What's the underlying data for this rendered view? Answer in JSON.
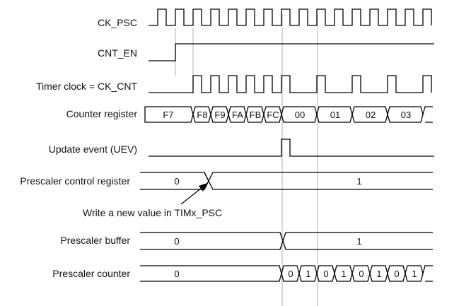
{
  "signals": {
    "ck_psc": "CK_PSC",
    "cnt_en": "CNT_EN",
    "timer_clock": "Timer clock = CK_CNT",
    "counter_register": "Counter register",
    "update_event": "Update event (UEV)",
    "prescaler_control": "Prescaler control register",
    "prescaler_buffer": "Prescaler buffer",
    "prescaler_counter": "Prescaler counter"
  },
  "counter_values": [
    "F7",
    "F8",
    "F9",
    "FA",
    "FB",
    "FC",
    "00",
    "01",
    "02",
    "03"
  ],
  "prescaler_control_values": [
    "0",
    "1"
  ],
  "prescaler_buffer_values": [
    "0",
    "1"
  ],
  "prescaler_counter_values": [
    "0",
    "0",
    "1",
    "0",
    "1",
    "0",
    "1",
    "0",
    "1"
  ],
  "annotation": "Write a new value in TIMx_PSC"
}
